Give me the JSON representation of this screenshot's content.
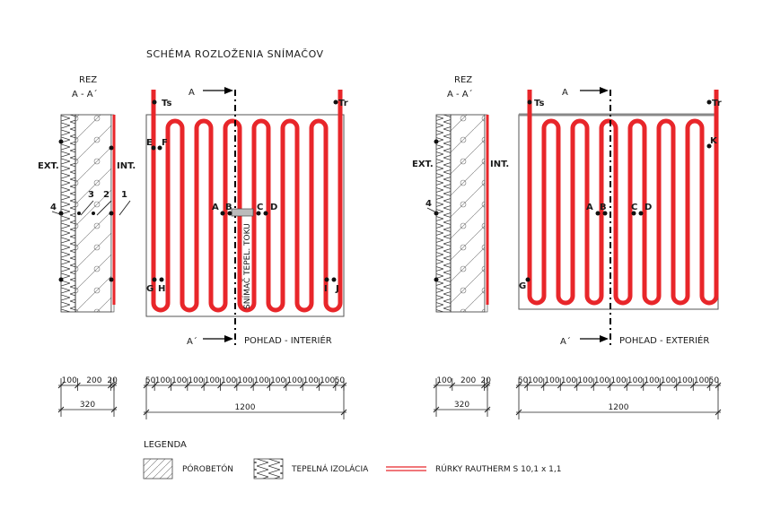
{
  "title": "SCHÉMA ROZLOŽENIA SNÍMAČOV",
  "left": {
    "section_title": "REZ",
    "section_sub": "A - A´",
    "ext": "EXT.",
    "int": "INT.",
    "layers": [
      "1",
      "2",
      "3",
      "4"
    ],
    "view_label": "POHĽAD - INTERIÉR",
    "cut_top": "A",
    "cut_bottom": "A´",
    "labels": {
      "ts": "Ts",
      "tr": "Tr",
      "e": "E",
      "f": "F",
      "a": "A",
      "b": "B",
      "c": "C",
      "d": "D",
      "g": "G",
      "h": "H",
      "i": "I",
      "j": "J"
    },
    "heat_flux_sensor": "SNÍMAČ TEPEL. TOKU",
    "dim_section": [
      "100",
      "200",
      "20"
    ],
    "dim_section_total": "320",
    "dim_view": [
      "50",
      "100",
      "100",
      "100",
      "100",
      "100",
      "100",
      "100",
      "100",
      "100",
      "100",
      "100",
      "50"
    ],
    "dim_view_total": "1200"
  },
  "right": {
    "section_title": "REZ",
    "section_sub": "A - A´",
    "ext": "EXT.",
    "int": "INT.",
    "layers": [
      "4"
    ],
    "view_label": "POHĽAD - EXTERIÉR",
    "cut_top": "A",
    "cut_bottom": "A´",
    "labels": {
      "ts": "Ts",
      "tr": "Tr",
      "k": "K",
      "a": "A",
      "b": "B",
      "c": "C",
      "d": "D",
      "g": "G"
    },
    "dim_section": [
      "100",
      "200",
      "20"
    ],
    "dim_section_total": "320",
    "dim_view": [
      "50",
      "100",
      "100",
      "100",
      "100",
      "100",
      "100",
      "100",
      "100",
      "100",
      "100",
      "100",
      "50"
    ],
    "dim_view_total": "1200"
  },
  "legend": {
    "title": "LEGENDA",
    "items": [
      {
        "icon": "porobeton-hatch-icon",
        "label": "PÓROBETÓN"
      },
      {
        "icon": "insulation-zigzag-icon",
        "label": "TEPELNÁ IZOLÁCIA"
      },
      {
        "icon": "pipe-line-icon",
        "label": "RÚRKY RAUTHERM S 10,1 x 1,1"
      }
    ]
  },
  "colors": {
    "pipe": "#e8262a",
    "line": "#222222"
  }
}
